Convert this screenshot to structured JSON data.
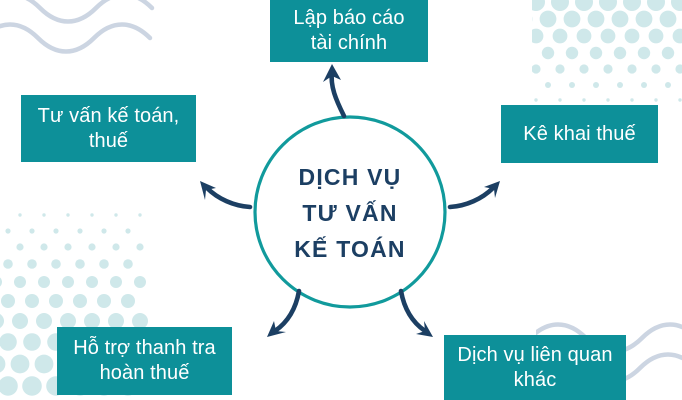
{
  "theme": {
    "background": "#ffffff",
    "box_fill": "#0d9099",
    "box_text": "#ffffff",
    "circle_stroke": "#119a9c",
    "arrow_color": "#1c3f63",
    "center_text_color": "#1c3f63",
    "dot_pattern_color": "#cfe8ea",
    "wave_color": "#ccd5e2"
  },
  "center": {
    "line1": "DỊCH VỤ",
    "line2": "TƯ VẤN",
    "line3": "KẾ TOÁN"
  },
  "nodes": {
    "top": "Lập báo cáo tài chính",
    "left": "Tư vấn kế toán, thuế",
    "right": "Kê khai thuế",
    "bottom_left": "Hỗ trợ thanh tra hoàn thuế",
    "bottom_right": "Dịch vụ liên quan khác"
  },
  "decorations": {
    "waves_top_left": "wave-lines-decoration",
    "waves_bottom_right": "wave-lines-decoration",
    "dots_top_right": "halftone-dots-decoration",
    "dots_bottom_left": "halftone-dots-decoration"
  },
  "arrows": {
    "to_top": "arrow-up",
    "to_left": "arrow-up-left",
    "to_right": "arrow-up-right",
    "to_bottom_left": "arrow-down-left",
    "to_bottom_right": "arrow-down-right"
  }
}
